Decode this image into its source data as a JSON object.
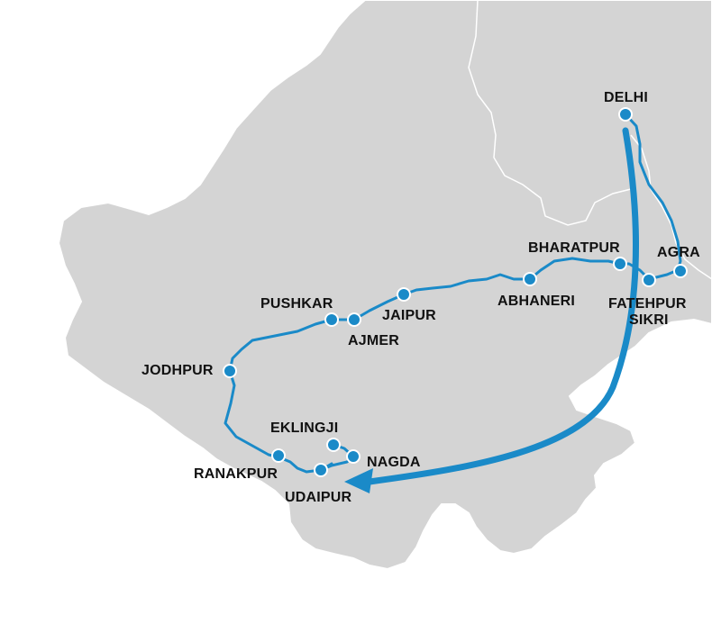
{
  "map": {
    "colors": {
      "land": "#d4d4d4",
      "land_edge": "#ffffff",
      "route": "#1a8ac8",
      "marker_fill": "#1a8ac8",
      "marker_stroke": "#ffffff",
      "label": "#111111"
    },
    "cities": {
      "delhi": "DELHI",
      "agra": "AGRA",
      "bharatpur": "BHARATPUR",
      "fatehpur": "FATEHPUR",
      "sikri": "SIKRI",
      "abhaneri": "ABHANERI",
      "jaipur": "JAIPUR",
      "pushkar": "PUSHKAR",
      "ajmer": "AJMER",
      "jodhpur": "JODHPUR",
      "eklingji": "EKLINGJI",
      "nagda": "NAGDA",
      "ranakpur": "RANAKPUR",
      "udaipur": "UDAIPUR"
    }
  }
}
